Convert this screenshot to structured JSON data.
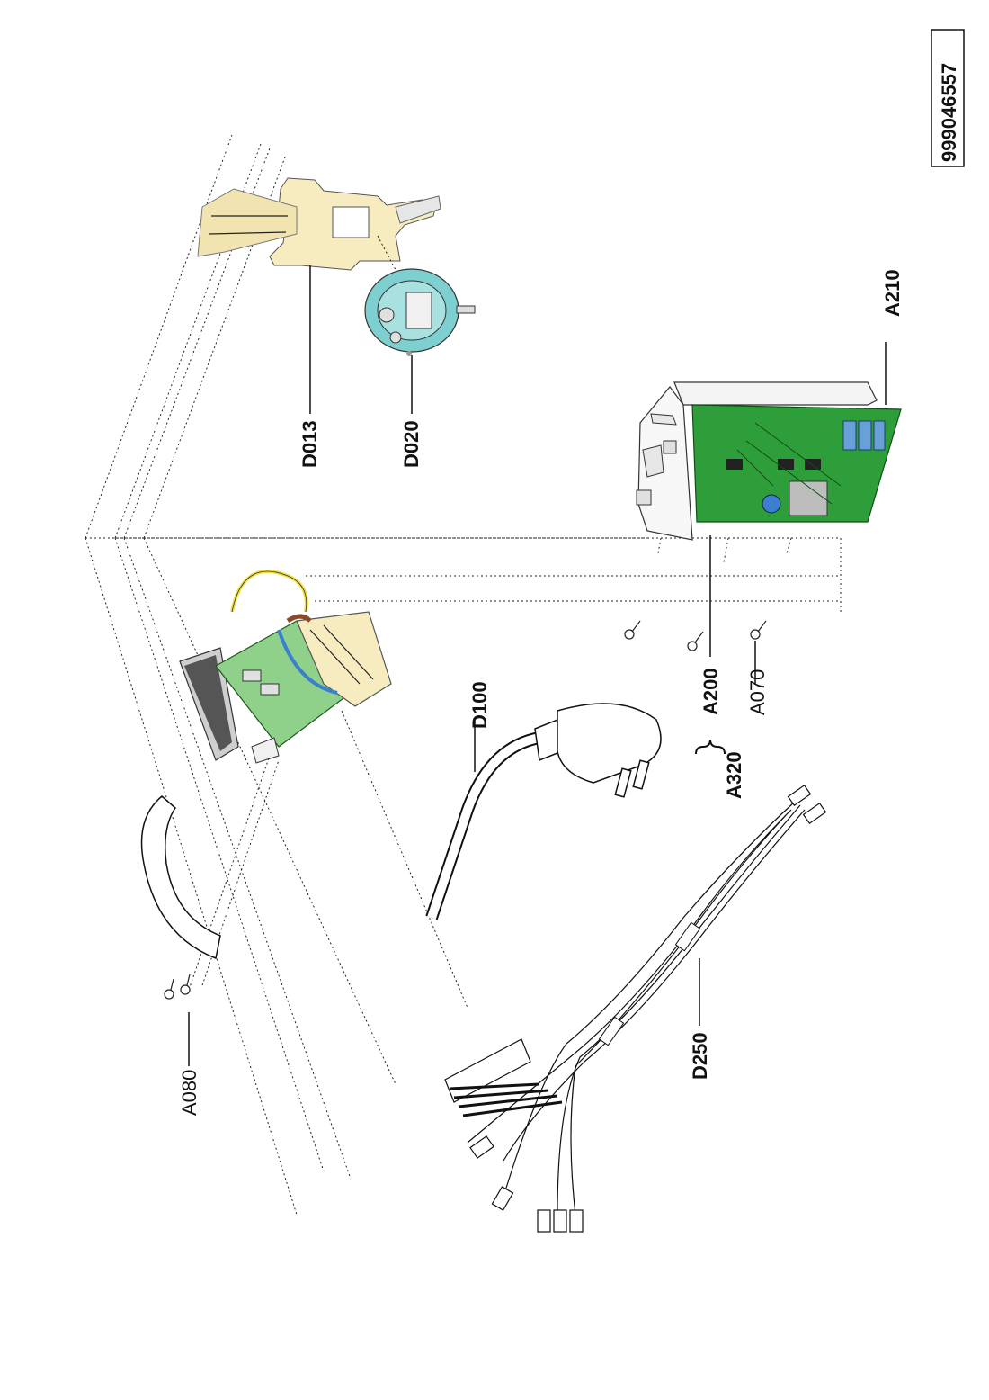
{
  "document_code": "999046557",
  "labels": {
    "d013": "D013",
    "d020": "D020",
    "a210": "A210",
    "d100": "D100",
    "a200": "A200",
    "a070": "A070",
    "a320": "A320",
    "a080": "A080",
    "d250": "D250"
  },
  "colors": {
    "board_green": "#2e9e3a",
    "insulator_cream": "#f6ecc0",
    "switch_teal": "#7ecfcf",
    "wire_yellow": "#f2e040",
    "wire_blue": "#3a7fd0",
    "wire_brown": "#8a4a2a",
    "terminal_green": "#8fd08a"
  }
}
